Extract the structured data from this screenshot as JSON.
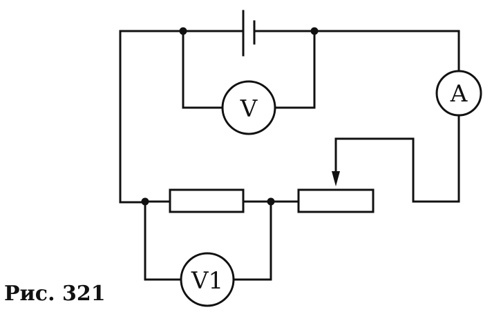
{
  "meters": {
    "voltmeter": "V",
    "ammeter": "A",
    "voltmeter_1": "V1"
  },
  "caption": "Рис. 321"
}
